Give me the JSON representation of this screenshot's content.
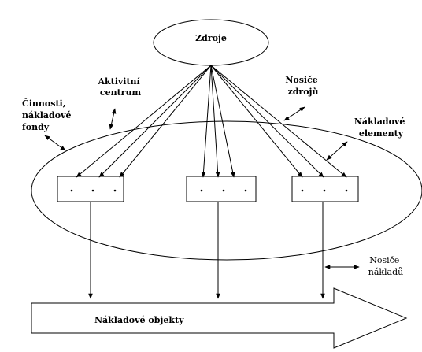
{
  "labels": {
    "resources": "Zdroje",
    "activity_center": [
      "Aktivitní",
      "centrum"
    ],
    "resource_drivers": [
      "Nosiče",
      "zdrojů"
    ],
    "activities": [
      "Činnosti,",
      "nákladové",
      "fondy"
    ],
    "cost_elements": [
      "Nákladové",
      "elementy"
    ],
    "cost_drivers": [
      "Nosiče",
      "nákladů"
    ],
    "cost_objects": "Nákladové objekty"
  }
}
